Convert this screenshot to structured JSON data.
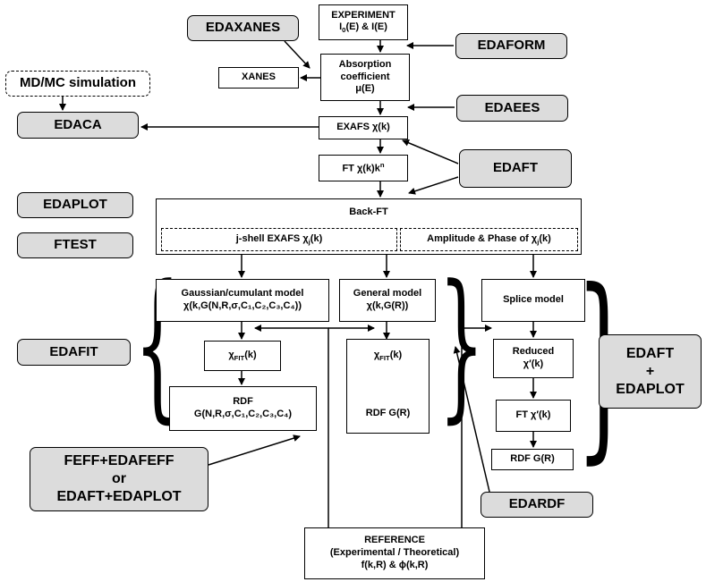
{
  "boxes": {
    "experiment": {
      "line1": "EXPERIMENT",
      "line2_pre": "I",
      "line2_sub": "0",
      "line2_post": "(E) & I(E)"
    },
    "absorption": {
      "line1": "Absorption",
      "line2": "coefficient",
      "line3": "μ(E)"
    },
    "xanes": "XANES",
    "exafs": "EXAFS χ(k)",
    "ft": {
      "pre": "FT χ(k)k",
      "sup": "n"
    },
    "backft": "Back-FT",
    "jshell": {
      "pre": "j-shell EXAFS χ",
      "sub": "j",
      "post": "(k)"
    },
    "amp_phase": {
      "pre": "Amplitude & Phase of χ",
      "sub": "j",
      "post": "(k)"
    },
    "gaussian": {
      "line1": "Gaussian/cumulant model",
      "line2": "χ(k,G(N,R,σ,C₁,C₂,C₃,C₄))"
    },
    "general": {
      "line1": "General model",
      "line2": "χ(k,G(R))"
    },
    "splice": "Splice model",
    "chifit1": {
      "pre": "χ",
      "sub": "FIT",
      "post": "(k)"
    },
    "chifit2": {
      "pre": "χ",
      "sub": "FIT",
      "post": "(k)"
    },
    "rdf1": {
      "line1": "RDF",
      "line2": "G(N,R,σ,C₁,C₂,C₃,C₄)"
    },
    "rdf2": "RDF G(R)",
    "reduced": {
      "line1": "Reduced",
      "line2": "χ′(k)"
    },
    "ftprime": "FT χ′(k)",
    "rdf3": "RDF G(R)",
    "reference": {
      "line1": "REFERENCE",
      "line2": "(Experimental / Theoretical)",
      "line3": "f(k,R) & ϕ(k,R)"
    }
  },
  "programs": {
    "edaxanes": "EDAXANES",
    "edaform": "EDAFORM",
    "mdmc": "MD/MC simulation",
    "edaca": "EDACA",
    "edaees": "EDAEES",
    "edaft": "EDAFT",
    "edaplot": "EDAPLOT",
    "ftest": "FTEST",
    "edafit": "EDAFIT",
    "edaft_edaplot": {
      "line1": "EDAFT",
      "line2": "+",
      "line3": "EDAPLOT"
    },
    "feff": {
      "line1": "FEFF+EDAFEFF",
      "line2": "or",
      "line3": "EDAFT+EDAPLOT"
    },
    "edardf": "EDARDF"
  },
  "colors": {
    "program_fill": "#dcdcdc",
    "line": "#000000",
    "background": "#ffffff"
  }
}
